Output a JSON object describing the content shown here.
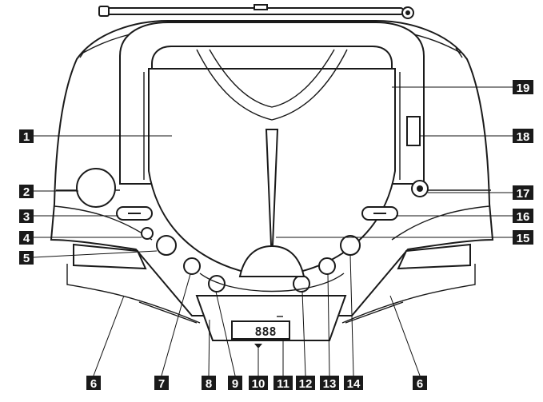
{
  "display": {
    "readout": "888"
  },
  "callouts": [
    "1",
    "2",
    "3",
    "4",
    "5",
    "6",
    "7",
    "8",
    "9",
    "10",
    "11",
    "12",
    "13",
    "14",
    "15",
    "16",
    "17",
    "18",
    "19"
  ]
}
